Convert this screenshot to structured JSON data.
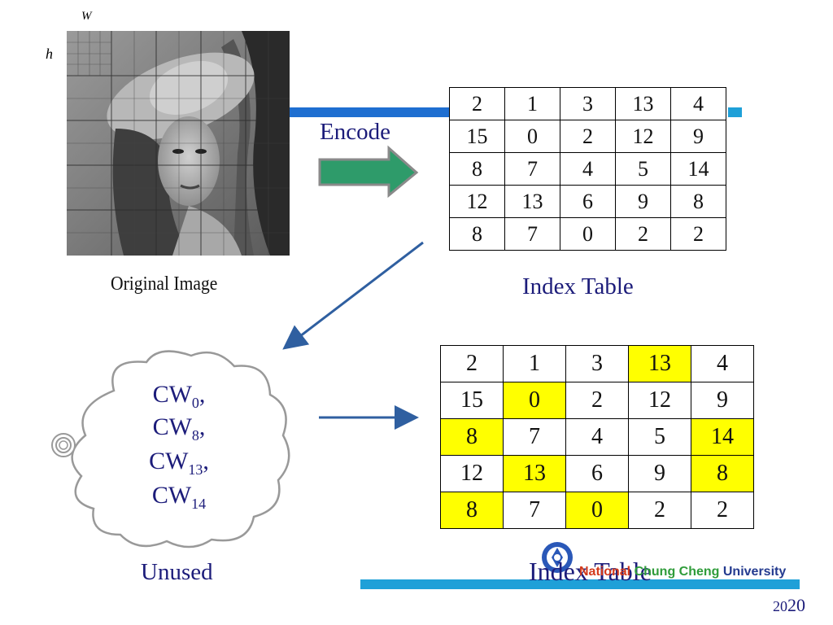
{
  "labels": {
    "w": "W",
    "h": "h",
    "original_image": "Original Image",
    "encode": "Encode",
    "index_table_top": "Index Table",
    "index_table_bottom": "Index Table",
    "unused": "Unused"
  },
  "codewords": [
    {
      "prefix": "CW",
      "sub": "0",
      "suffix": ","
    },
    {
      "prefix": "CW",
      "sub": "8",
      "suffix": ","
    },
    {
      "prefix": "CW",
      "sub": "13",
      "suffix": ","
    },
    {
      "prefix": "CW",
      "sub": "14",
      "suffix": ""
    }
  ],
  "table_top": [
    [
      "2",
      "1",
      "3",
      "13",
      "4"
    ],
    [
      "15",
      "0",
      "2",
      "12",
      "9"
    ],
    [
      "8",
      "7",
      "4",
      "5",
      "14"
    ],
    [
      "12",
      "13",
      "6",
      "9",
      "8"
    ],
    [
      "8",
      "7",
      "0",
      "2",
      "2"
    ]
  ],
  "table_bottom": [
    [
      "2",
      "1",
      "3",
      "13",
      "4"
    ],
    [
      "15",
      "0",
      "2",
      "12",
      "9"
    ],
    [
      "8",
      "7",
      "4",
      "5",
      "14"
    ],
    [
      "12",
      "13",
      "6",
      "9",
      "8"
    ],
    [
      "8",
      "7",
      "0",
      "2",
      "2"
    ]
  ],
  "highlight_cells": [
    [
      0,
      3
    ],
    [
      1,
      1
    ],
    [
      2,
      0
    ],
    [
      2,
      4
    ],
    [
      3,
      1
    ],
    [
      3,
      4
    ],
    [
      4,
      0
    ],
    [
      4,
      2
    ]
  ],
  "footer": {
    "part1": "National ",
    "part2": "Chung Cheng ",
    "part3": "University"
  },
  "page_number_small": "20",
  "page_number_large": "20",
  "colors": {
    "accent_text": "#1c1c7a",
    "bar_blue": "#1f6fd1",
    "bar_cyan": "#1fa0d8",
    "highlight": "#ffff00",
    "encode_arrow": "#2e9b6a",
    "arrow_line": "#2f5fa0"
  }
}
